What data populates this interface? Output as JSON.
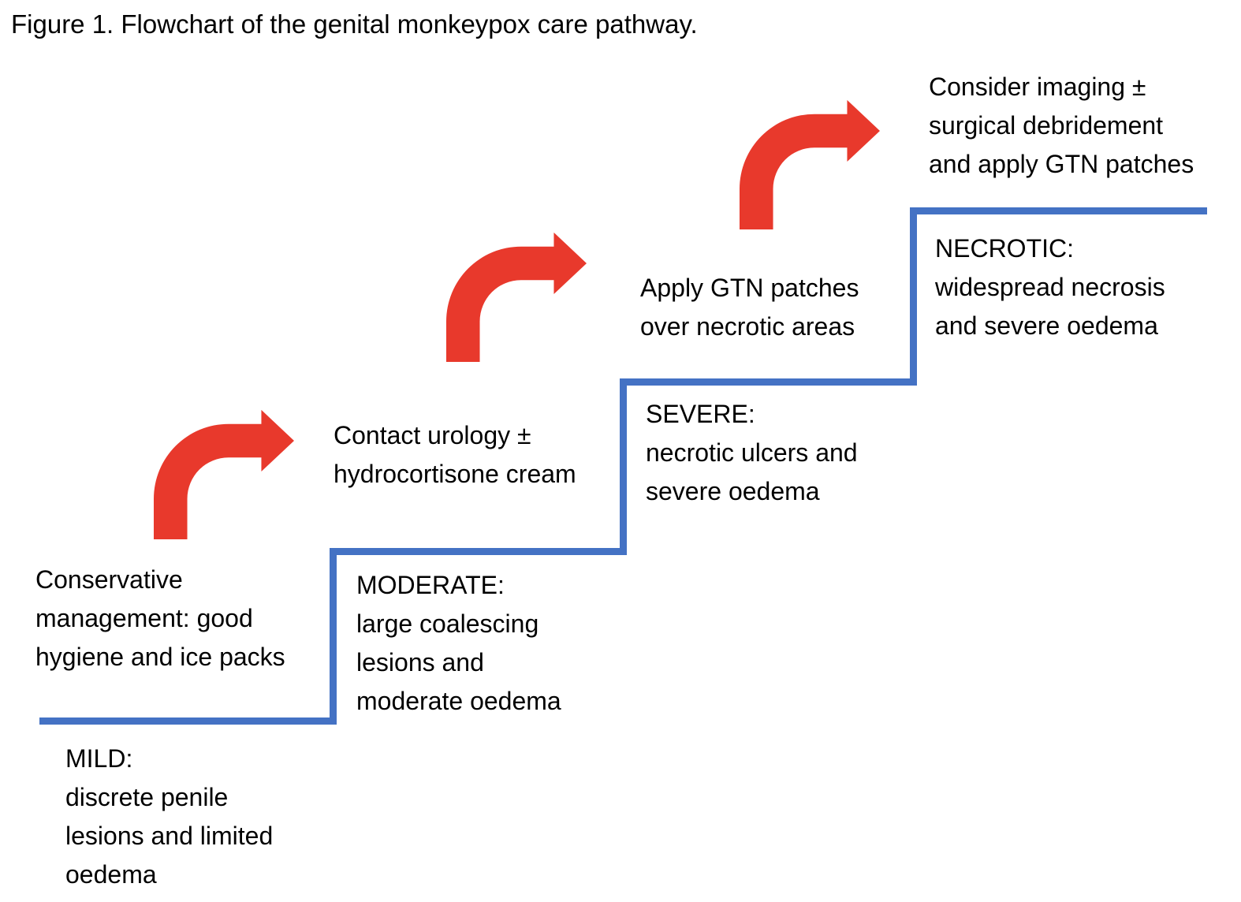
{
  "figure": {
    "title": "Figure 1. Flowchart of the genital monkeypox care pathway."
  },
  "colors": {
    "step_line_blue": "#4472c4",
    "arrow_red": "#e8392c",
    "text": "#000000",
    "background": "#ffffff"
  },
  "steps": [
    {
      "severity": "MILD",
      "label": "MILD:\ndiscrete penile\nlesions and limited\noedema",
      "action": "Conservative\nmanagement: good\nhygiene and ice packs"
    },
    {
      "severity": "MODERATE",
      "label": "MODERATE:\nlarge coalescing\nlesions and\nmoderate oedema",
      "action": "Contact urology ±\nhydrocortisone cream"
    },
    {
      "severity": "SEVERE",
      "label": "SEVERE:\nnecrotic ulcers and\nsevere oedema",
      "action": "Apply GTN patches\nover necrotic areas"
    },
    {
      "severity": "NECROTIC",
      "label": "NECROTIC:\nwidespread necrosis\nand severe oedema",
      "action": "Consider imaging ±\nsurgical debridement\nand apply GTN patches"
    }
  ],
  "arrow_icon": "bent-up-right-arrow"
}
